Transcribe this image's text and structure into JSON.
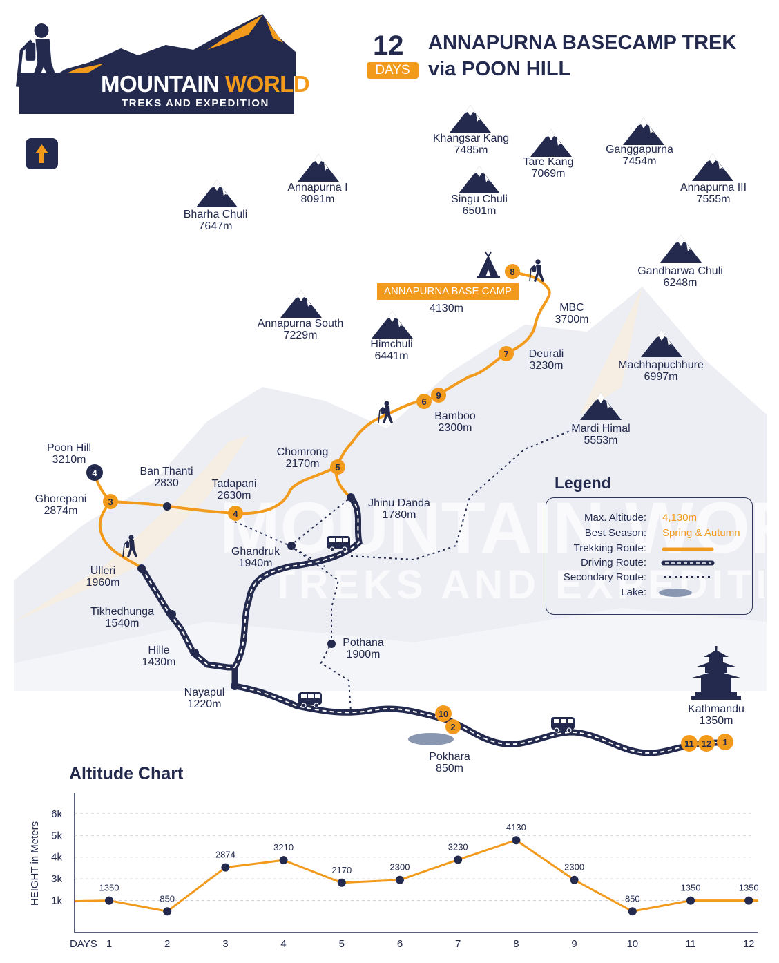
{
  "brand": {
    "name_main": "MOUNTAIN ",
    "name_highlight": "WORLD",
    "tagline": "TREKS AND EXPEDITION"
  },
  "header": {
    "days_number": "12",
    "days_label": "DAYS",
    "title_line1": "ANNAPURNA BASECAMP TREK",
    "title_line2": "via POON HILL"
  },
  "north_icon": "north-arrow-icon",
  "colors": {
    "navy": "#232a4e",
    "orange": "#f29a1c",
    "mist": "#e8eaf0",
    "lake": "#8a97b0"
  },
  "peaks": [
    {
      "name": "Khangsar Kang",
      "alt": "7485m"
    },
    {
      "name": "Tare Kang",
      "alt": "7069m"
    },
    {
      "name": "Ganggapurna",
      "alt": "7454m"
    },
    {
      "name": "Annapurna I",
      "alt": "8091m"
    },
    {
      "name": "Singu Chuli",
      "alt": "6501m"
    },
    {
      "name": "Annapurna III",
      "alt": "7555m"
    },
    {
      "name": "Bharha Chuli",
      "alt": "7647m"
    },
    {
      "name": "Gandharwa Chuli",
      "alt": "6248m"
    },
    {
      "name": "Annapurna South",
      "alt": "7229m"
    },
    {
      "name": "Himchuli",
      "alt": "6441m"
    },
    {
      "name": "Machhapuchhure",
      "alt": "6997m"
    },
    {
      "name": "Mardi Himal",
      "alt": "5553m"
    }
  ],
  "places": [
    {
      "name": "MBC",
      "alt": "3700m"
    },
    {
      "name": "Deurali",
      "alt": "3230m"
    },
    {
      "name": "Bamboo",
      "alt": "2300m"
    },
    {
      "name": "Chomrong",
      "alt": "2170m"
    },
    {
      "name": "Poon Hill",
      "alt": "3210m"
    },
    {
      "name": "Ban Thanti",
      "alt": "2830"
    },
    {
      "name": "Tadapani",
      "alt": "2630m"
    },
    {
      "name": "Ghorepani",
      "alt": "2874m"
    },
    {
      "name": "Jhinu Danda",
      "alt": "1780m"
    },
    {
      "name": "Ghandruk",
      "alt": "1940m"
    },
    {
      "name": "Ulleri",
      "alt": "1960m"
    },
    {
      "name": "Tikhedhunga",
      "alt": "1540m"
    },
    {
      "name": "Hille",
      "alt": "1430m"
    },
    {
      "name": "Pothana",
      "alt": "1900m"
    },
    {
      "name": "Nayapul",
      "alt": "1220m"
    },
    {
      "name": "Pokhara",
      "alt": "850m"
    },
    {
      "name": "Kathmandu",
      "alt": "1350m"
    }
  ],
  "base_camp": {
    "name": "ANNAPURNA BASE CAMP",
    "alt": "4130m"
  },
  "day_markers": [
    "8",
    "7",
    "6",
    "9",
    "5",
    "4",
    "3",
    "4",
    "10",
    "2",
    "11",
    "12",
    "1"
  ],
  "legend": {
    "title": "Legend",
    "max_altitude_label": "Max. Altitude:",
    "max_altitude_value": "4,130m",
    "season_label": "Best Season:",
    "season_value": "Spring & Autumn",
    "trekking_label": "Trekking Route:",
    "driving_label": "Driving Route:",
    "secondary_label": "Secondary Route:",
    "lake_label": "Lake:"
  },
  "watermark": {
    "line1": "MOUNTAIN WORLD",
    "line2": "TREKS AND EXPEDITION"
  },
  "chart_data": {
    "type": "line",
    "title": "Altitude Chart",
    "ylabel": "HEIGHT in Meters",
    "xlabel": "DAYS",
    "categories": [
      "1",
      "2",
      "3",
      "4",
      "5",
      "6",
      "7",
      "8",
      "9",
      "10",
      "11",
      "12"
    ],
    "values": [
      1350,
      850,
      2874,
      3210,
      2170,
      2300,
      3230,
      4130,
      2300,
      850,
      1350,
      1350
    ],
    "data_labels": [
      "1350",
      "850",
      "2874",
      "3210",
      "2170",
      "2300",
      "3230",
      "4130",
      "2300",
      "850",
      "1350",
      "1350"
    ],
    "yticks": [
      {
        "value": 1350,
        "label": "1k"
      },
      {
        "value": 2350,
        "label": "3k"
      },
      {
        "value": 3350,
        "label": "4k"
      },
      {
        "value": 4350,
        "label": "5k"
      },
      {
        "value": 5350,
        "label": "6k"
      }
    ],
    "ylim": [
      350,
      5600
    ],
    "grid": true
  }
}
